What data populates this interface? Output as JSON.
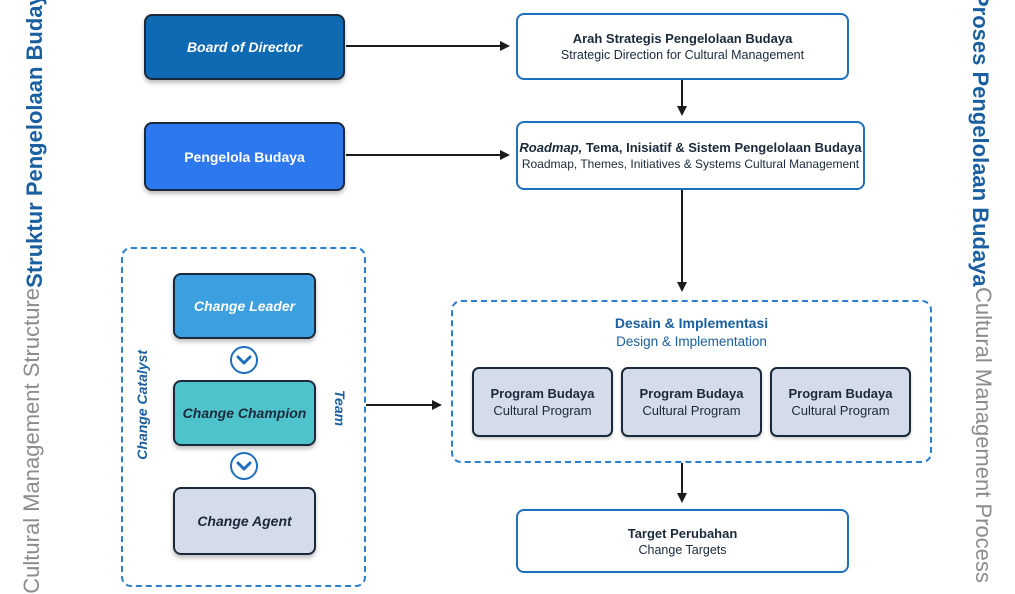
{
  "side_left": {
    "title": "Struktur Pengelolaan Budaya",
    "subtitle": "Cultural Management Structure"
  },
  "side_right": {
    "title": "Proses Pengelolaan Budaya",
    "subtitle": "Cultural Management Process"
  },
  "structure": {
    "board": "Board of Director",
    "pengelola": "Pengelola Budaya",
    "change_catalyst_label": "Change Catalyst",
    "team_label": "Team",
    "change_leader": "Change Leader",
    "change_champion": "Change Champion",
    "change_agent": "Change Agent"
  },
  "process": {
    "arah": {
      "title": "Arah Strategis Pengelolaan Budaya",
      "subtitle": "Strategic Direction for Cultural Management"
    },
    "roadmap": {
      "title_italic": "Roadmap,",
      "title_rest": " Tema, Inisiatif & Sistem Pengelolaan Budaya",
      "subtitle": "Roadmap, Themes, Initiatives & Systems Cultural Management"
    },
    "desain": {
      "title": "Desain & Implementasi",
      "subtitle": "Design & Implementation"
    },
    "programs": [
      {
        "title": "Program Budaya",
        "subtitle": "Cultural Program"
      },
      {
        "title": "Program Budaya",
        "subtitle": "Cultural Program"
      },
      {
        "title": "Program Budaya",
        "subtitle": "Cultural Program"
      }
    ],
    "target": {
      "title": "Target Perubahan",
      "subtitle": "Change Targets"
    }
  },
  "colors": {
    "board_fill": "#0f6ab4",
    "pengelola_fill": "#2e78ef",
    "leader_fill": "#3b9fe0",
    "champion_fill": "#4fc3cc",
    "agent_fill": "#d4dce9",
    "accent_blue": "#1f6fbf",
    "title_blue": "#1a5fa0"
  }
}
